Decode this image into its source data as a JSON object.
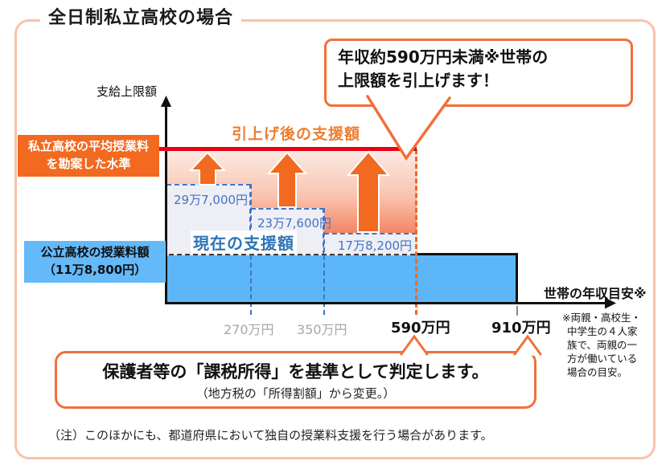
{
  "title": "全日制私立高校の場合",
  "top_callout": {
    "line1": "年収約590万円未満※世帯の",
    "line2": "上限額を引上げます！"
  },
  "y_axis_label": "支給上限額",
  "x_axis_label": "世帯の年収目安※",
  "raised_line_label": "引上げ後の支援額",
  "current_label": "現在の支援額",
  "private_level_label": {
    "line1": "私立高校の平均授業料",
    "line2": "を勘案した水準"
  },
  "public_tuition_label": {
    "line1": "公立高校の授業料額",
    "line2": "（11万8,800円）"
  },
  "step_values": {
    "s1": "29万7,000円",
    "s2": "23万7,600円",
    "s3": "17万8,200円"
  },
  "x_ticks": {
    "t270": "270万円",
    "t350": "350万円",
    "t590": "590万円",
    "t910": "910万円"
  },
  "household_note": {
    "lines": [
      "※両親・高校生・",
      "中学生の４人家",
      "族で、両親の一",
      "方が働いている",
      "場合の目安。"
    ]
  },
  "bottom_callout": {
    "line1": "保護者等の「課税所得」を基準として判定します。",
    "line2": "（地方税の「所得割額」から変更。）"
  },
  "footnote": "（注）このほかにも、都道府県において独自の授業料支援を行う場合があります。",
  "colors": {
    "accent_orange": "#f0703a",
    "arrow_orange": "#f2691f",
    "red_line": "#e60012",
    "bar_blue": "#5cb6f7",
    "label_blue_bg": "#64b9f9",
    "step_border_blue": "#4472c4",
    "current_text_blue": "#2e75b6",
    "raised_text_orange": "#ed7d31",
    "gray_tick": "#a6a6a6",
    "frame_peach": "#f8c3a8"
  },
  "chart_data": {
    "type": "area",
    "title": "全日制私立高校の場合",
    "xlabel": "世帯の年収目安※",
    "ylabel": "支給上限額",
    "x_thresholds": [
      "270万円",
      "350万円",
      "590万円",
      "910万円"
    ],
    "current_support_steps": [
      {
        "income_range": "〜270万円",
        "amount_label": "29万7,000円",
        "amount_yen": 297000
      },
      {
        "income_range": "270万円〜350万円",
        "amount_label": "23万7,600円",
        "amount_yen": 237600
      },
      {
        "income_range": "350万円〜590万円",
        "amount_label": "17万8,200円",
        "amount_yen": 178200
      },
      {
        "income_range": "590万円〜910万円",
        "amount_label": "11万8,800円",
        "amount_yen": 118800
      }
    ],
    "raised_support": {
      "label": "引上げ後の支援額",
      "level": "私立高校の平均授業料を勘案した水準",
      "applies_to": "年収約590万円未満世帯"
    },
    "baseline": {
      "label": "公立高校の授業料額",
      "amount_label": "11万8,800円",
      "amount_yen": 118800
    },
    "legend_position": "none",
    "grid": false
  }
}
